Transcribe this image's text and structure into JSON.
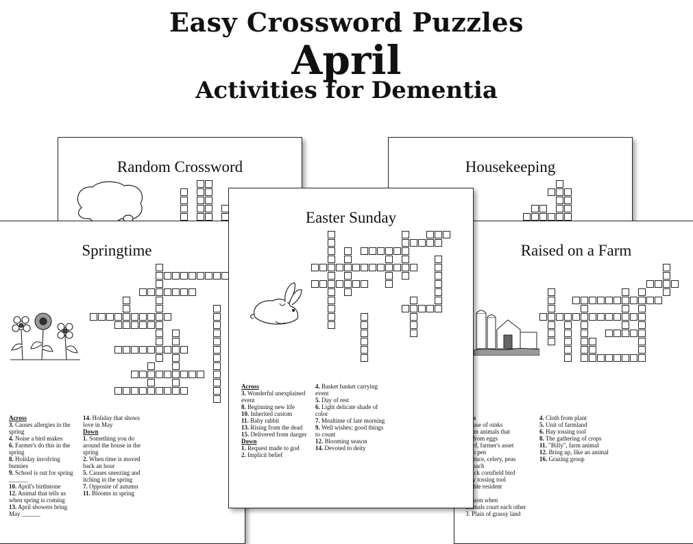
{
  "header": {
    "line1": "Easy Crossword Puzzles",
    "line2": "April",
    "line3": "Activities for Dementia"
  },
  "cards": {
    "random": {
      "title": "Random Crossword"
    },
    "housekeeping": {
      "title": "Housekeeping"
    },
    "springtime": {
      "title": "Springtime",
      "across_label": "Across",
      "down_label": "Down",
      "col1": [
        {
          "n": "3.",
          "t": "Causes allergies in the spring"
        },
        {
          "n": "4.",
          "t": "Noise a bird makes"
        },
        {
          "n": "6.",
          "t": "Farmer's do this in the spring"
        },
        {
          "n": "8.",
          "t": "Holiday involving bunnies"
        },
        {
          "n": "9.",
          "t": "School is out for spring ______"
        },
        {
          "n": "10.",
          "t": "April's birthstone"
        },
        {
          "n": "12.",
          "t": "Animal that tells us when spring is coming"
        },
        {
          "n": "13.",
          "t": "April showers bring May ______"
        }
      ],
      "col2_across": [
        {
          "n": "14.",
          "t": "Holiday that shows love in May"
        }
      ],
      "col2_down": [
        {
          "n": "1.",
          "t": "Something you do around the house in the spring"
        },
        {
          "n": "2.",
          "t": "When time is moved back an hour"
        },
        {
          "n": "5.",
          "t": "Causes sneezing and itching in the spring"
        },
        {
          "n": "7.",
          "t": "Opposite of autumn"
        },
        {
          "n": "11.",
          "t": "Blooms in spring"
        }
      ]
    },
    "easter": {
      "title": "Easter Sunday",
      "across_label": "Across",
      "down_label": "Down",
      "across": [
        {
          "n": "3.",
          "t": "Wonderful unexplained event"
        },
        {
          "n": "8.",
          "t": "Beginning new life"
        },
        {
          "n": "10.",
          "t": "Inherited custom"
        },
        {
          "n": "11.",
          "t": "Baby rabbit"
        },
        {
          "n": "13.",
          "t": "Rising from the dead"
        },
        {
          "n": "15.",
          "t": "Delivered from danger"
        }
      ],
      "down": [
        {
          "n": "1.",
          "t": "Request made to god"
        },
        {
          "n": "2.",
          "t": "Implicit belief"
        }
      ],
      "col2": [
        {
          "n": "4.",
          "t": "Basket basket carrying event"
        },
        {
          "n": "5.",
          "t": "Day of rest"
        },
        {
          "n": "6.",
          "t": "Light delicate shade of color"
        },
        {
          "n": "7.",
          "t": "Mealtime of late morning"
        },
        {
          "n": "9.",
          "t": "Well wishes; good things to count"
        },
        {
          "n": "12.",
          "t": "Blooming season"
        },
        {
          "n": "14.",
          "t": "Devoted to deity"
        }
      ]
    },
    "farm": {
      "title": "Raised on a Farm",
      "across_label": "ross",
      "down_label": "wn",
      "col1": [
        "House of oinks",
        "Farm animals that",
        "ch from eggs",
        "Beef, farmer's asset",
        "Hen pen",
        "Lettuce, celery, peas",
        "spinach",
        "Black cornfield bird",
        "Hay tossing tool",
        "Stable resident"
      ],
      "col1_down": [
        "Season when",
        "animals court each other",
        "3. Plain of grassy land"
      ],
      "col2": [
        {
          "n": "4.",
          "t": "Cloth from plant"
        },
        {
          "n": "5.",
          "t": "Unit of farmland"
        },
        {
          "n": "6.",
          "t": "Hay tossing tool"
        },
        {
          "n": "8.",
          "t": "The gathering of crops"
        },
        {
          "n": "11.",
          "t": "\"Billy\", farm animal"
        },
        {
          "n": "12.",
          "t": "Bring up, like an animal"
        },
        {
          "n": "16.",
          "t": "Grazing group"
        }
      ]
    }
  }
}
